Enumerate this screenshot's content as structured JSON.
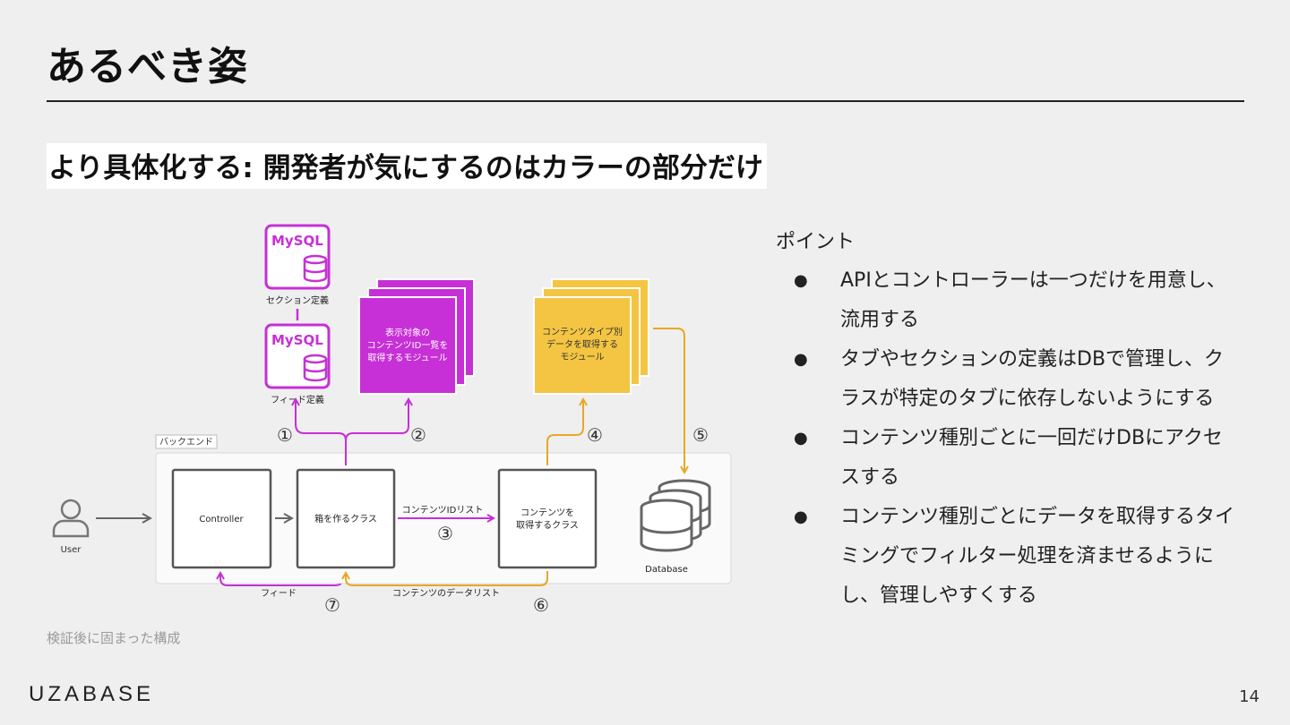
{
  "slide": {
    "title": "あるべき姿",
    "subtitle": "より具体化する: 開発者が気にするのはカラーの部分だけ",
    "caption": "検証後に固まった構成",
    "logo": "UZABASE",
    "page_number": "14"
  },
  "points": {
    "title": "ポイント",
    "items": [
      "APIとコントローラーは一つだけを用意し、流用する",
      "タブやセクションの定義はDBで管理し、クラスが特定のタブに依存しないようにする",
      "コンテンツ種別ごとに一回だけDBにアクセスする",
      "コンテンツ種別ごとにデータを取得するタイミングでフィルター処理を済ませるようにし、管理しやすくする"
    ]
  },
  "diagram": {
    "colors": {
      "purple": "#c630d6",
      "yellow": "#f4c542",
      "orange": "#e7a826",
      "gray": "#666666"
    },
    "mysql_label": "MySQL",
    "mysql_section_label": "セクション定義",
    "mysql_feed_label": "フィード定義",
    "purple_module": [
      "表示対象の",
      "コンテンツID一覧を",
      "取得するモジュール"
    ],
    "yellow_module": [
      "コンテンツタイプ別",
      "データを取得する",
      "モジュール"
    ],
    "backend_label": "バックエンド",
    "user_label": "User",
    "controller_label": "Controller",
    "box_class_label": "箱を作るクラス",
    "content_class": [
      "コンテンツを",
      "取得するクラス"
    ],
    "database_label": "Database",
    "id_list_label": "コンテンツIDリスト",
    "feed_label": "フィード",
    "data_list_label": "コンテンツのデータリスト",
    "steps": [
      "①",
      "②",
      "③",
      "④",
      "⑤",
      "⑥",
      "⑦"
    ]
  }
}
